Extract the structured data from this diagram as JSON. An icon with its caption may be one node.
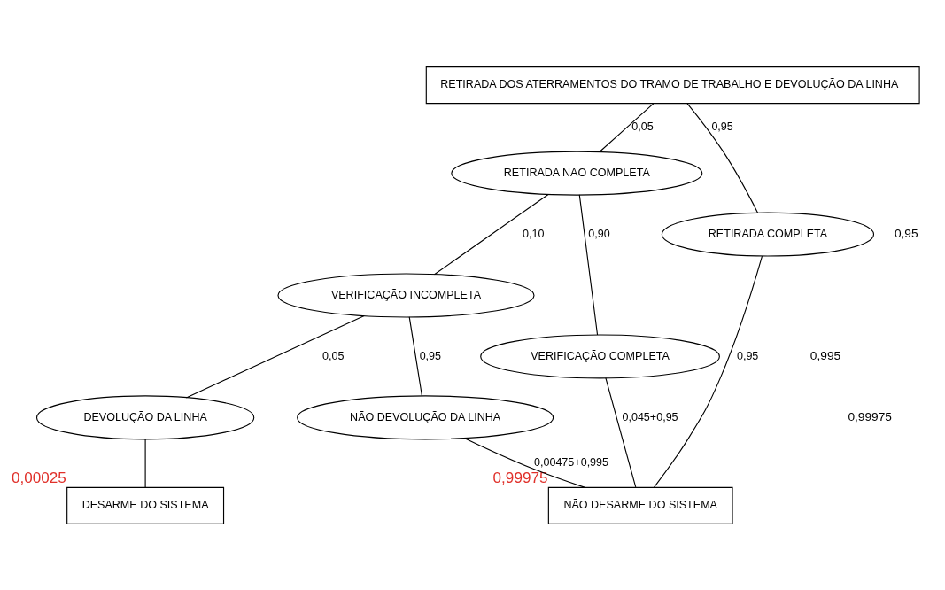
{
  "diagram": {
    "nodes": [
      {
        "text": [
          "RETIRADA DOS ATERRAMENTOS DO TRAMO DE TRABALHO E DEVOLUÇÃO DA LINHA"
        ]
      },
      {
        "text": [
          "RETIRADA NÃO COMPLETA"
        ]
      },
      {
        "text": [
          "RETIRADA COMPLETA"
        ]
      },
      {
        "text": [
          "VERIFICAÇÃO INCOMPLETA"
        ]
      },
      {
        "text": [
          "VERIFICAÇÃO COMPLETA"
        ]
      },
      {
        "text": [
          "DEVOLUÇÃO DA LINHA"
        ]
      },
      {
        "text": [
          "NÃO DEVOLUÇÃO DA LINHA"
        ]
      },
      {
        "text": [
          "DESARME DO SISTEMA"
        ],
        "beside": [
          "0,00025"
        ]
      },
      {
        "text": [
          "NÃO DESARME DO SISTEMA"
        ],
        "beside": [
          "0,99975"
        ]
      }
    ],
    "edges": [
      {
        "from": 0,
        "to": 1,
        "arrow": "none",
        "label": "0,05"
      },
      {
        "from": 0,
        "to": 2,
        "arrow": "none",
        "label": "0,95"
      },
      {
        "from": 1,
        "to": 3,
        "arrow": "none",
        "label": "0,10"
      },
      {
        "from": 1,
        "to": 4,
        "arrow": "none",
        "label": "0,90"
      },
      {
        "from": 3,
        "to": 5,
        "arrow": "none",
        "label": "0,05"
      },
      {
        "from": 3,
        "to": 6,
        "arrow": "none",
        "label": "0,95"
      },
      {
        "from": 5,
        "to": 7,
        "arrow": "none"
      },
      {
        "from": 2,
        "to": 8,
        "arrow": "none",
        "label": "0,95"
      },
      {
        "from": 4,
        "to": 8,
        "arrow": "none",
        "label": "0,045+0,95"
      },
      {
        "from": 6,
        "to": 8,
        "arrow": "none",
        "label": "0,00475+0,995"
      }
    ],
    "labels": [
      "0,95",
      "0,995",
      "0,99975"
    ]
  }
}
